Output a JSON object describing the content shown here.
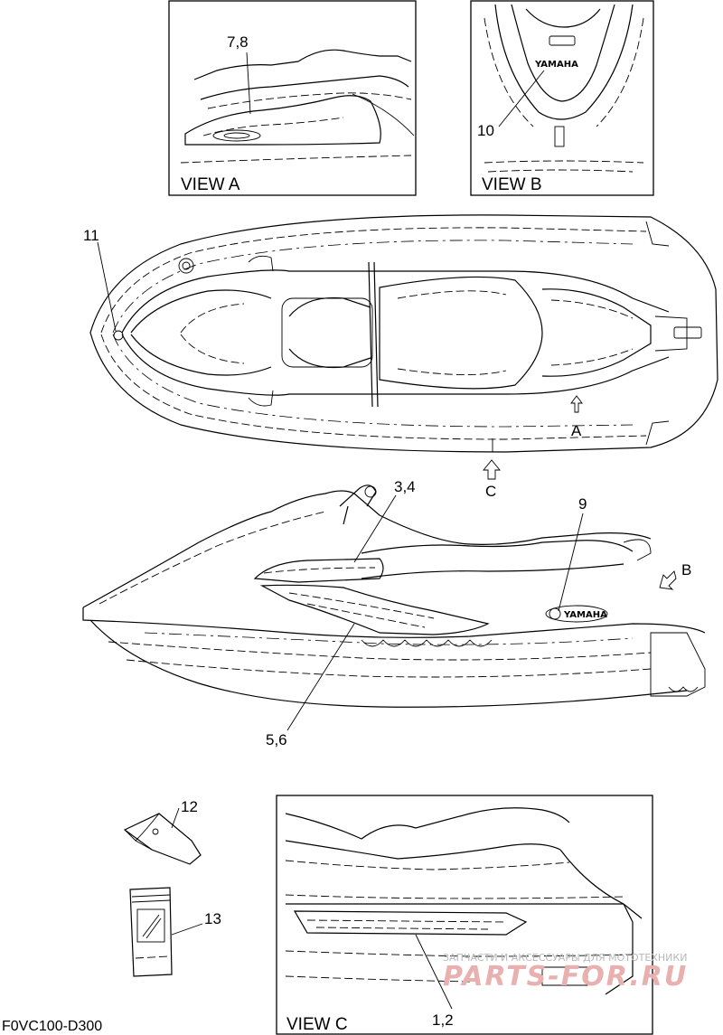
{
  "diagram_code": "F0VC100-D300",
  "views": {
    "view_a": "VIEW A",
    "view_b": "VIEW B",
    "view_c": "VIEW C"
  },
  "direction_markers": {
    "a": "A",
    "b": "B",
    "c": "C"
  },
  "callouts": {
    "c_7_8": "7,8",
    "c_10": "10",
    "c_11": "11",
    "c_3_4": "3,4",
    "c_9": "9",
    "c_5_6": "5,6",
    "c_12": "12",
    "c_13": "13",
    "c_1_2": "1,2"
  },
  "logo_text": "YAMAHA",
  "watermark": {
    "line1": "ЗАПЧАСТИ И АКСЕССУАРЫ ДЛЯ МОТОТЕХНИКИ",
    "line2": "PARTS-FOR.RU"
  }
}
